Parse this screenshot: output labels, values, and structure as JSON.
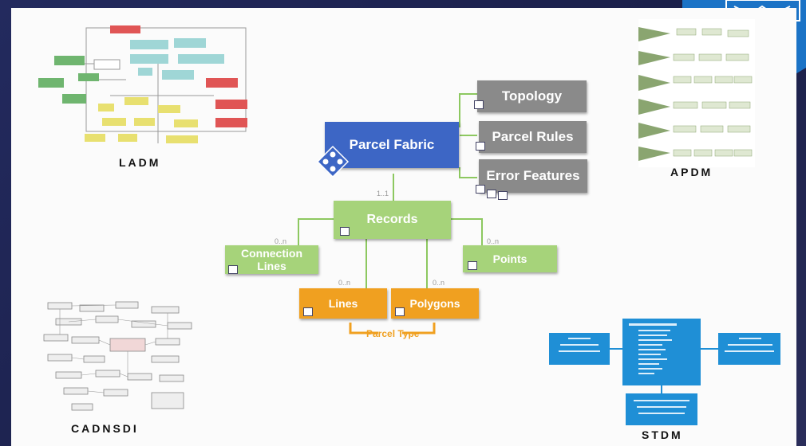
{
  "diagram": {
    "center": {
      "parcel_fabric": "Parcel Fabric",
      "topology": "Topology",
      "parcel_rules": "Parcel Rules",
      "error_features": "Error Features",
      "records": "Records",
      "connection_lines": "Connection Lines",
      "points": "Points",
      "lines": "Lines",
      "polygons": "Polygons",
      "parcel_type": "Parcel Type"
    },
    "cardinality": {
      "records_top": "1..1",
      "connection_lines": "0..n",
      "points": "0..n",
      "lines": "0..n",
      "polygons": "0..n"
    },
    "models": {
      "ladm": "LADM",
      "apdm": "APDM",
      "cadnsdi": "CADNSDI",
      "stdm": "STDM"
    }
  },
  "colors": {
    "blue": "#3d66c5",
    "grey": "#8a8a8a",
    "green": "#a6d37a",
    "orange": "#f0a020",
    "stdm_blue": "#1f8fd6"
  }
}
